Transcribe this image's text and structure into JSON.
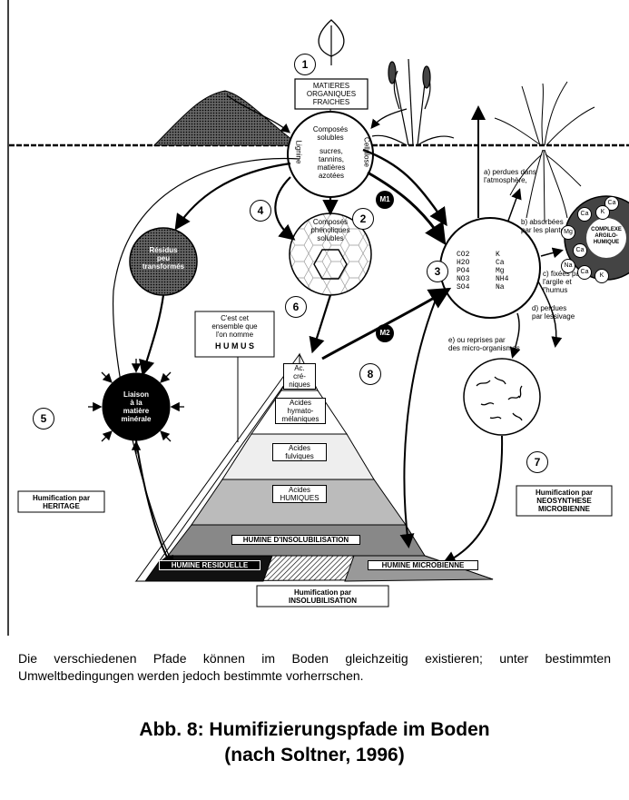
{
  "diagram": {
    "numbers": [
      "1",
      "2",
      "3",
      "4",
      "5",
      "6",
      "7",
      "8"
    ],
    "mineralization": [
      "M1",
      "M2"
    ],
    "top_box": "MATIERES\nORGANIQUES\nFRAICHES",
    "soluble_title": "Composés\nsolubles",
    "soluble_items": "sucres,\ntannins,\nmatières\nazotées",
    "lignine": "Lignine",
    "cellulose": "Cellulose",
    "phenolic": "Composés\nphénoliques\nsolubles",
    "residues": "Résidus\npeu\ntransformés",
    "liaison": "Liaison\nà la\nmatière\nminérale",
    "humus_note": "C'est cet\nensemble que\nl'on nomme",
    "humus_word": "H U M U S",
    "minerals_left": "CO2\nH2O\nPO4\nNO3\nSO4",
    "minerals_right": "K\nCa\nMg\nNH4\nNa",
    "fate_a": "a) perdues dans\nl'atmosphère,",
    "fate_b": "b) absorbées\npar les plantes",
    "fate_c": "c) fixées par\nl'argile et\nl'humus",
    "fate_d": "d) perdues\npar lessivage",
    "fate_e": "e) ou reprises par\ndes micro-organismes",
    "complex": "COMPLEXE\nARGILO-\nHUMIQUE",
    "complex_ions": [
      "Ca",
      "Ca",
      "K",
      "Mg",
      "Ca",
      "Na",
      "Ca",
      "K"
    ],
    "pyramid_layers": [
      "Ac.\ncré-\nniques",
      "Acides\nhymato-\nmélaniques",
      "Acides\nfulviques",
      "Acides\nHUMIQUES",
      "HUMINE D'INSOLUBILISATION"
    ],
    "humine_residuelle": "HUMINE RESIDUELLE",
    "humine_microbienne": "HUMINE MICROBIENNE",
    "heritage": "Humification par\nHERITAGE",
    "neosynthese": "Humification par\nNEOSYNTHESE\nMICROBIENNE",
    "insolubilisation": "Humification par\nINSOLUBILISATION"
  },
  "caption": "Die verschiedenen Pfade können im Boden gleichzeitig existieren; unter bestimmten Umweltbedingungen werden jedoch bestimmte vorherrschen.",
  "figure_title": "Abb. 8: Humifizierungspfade im Boden\n(nach Soltner, 1996)"
}
